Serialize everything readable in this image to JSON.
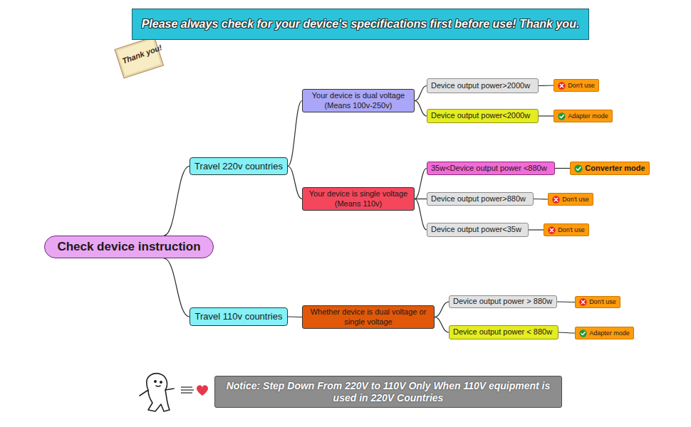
{
  "diagram": {
    "title": "Please always check for your device's specifications first before use! Thank you.",
    "nodes": [
      {
        "text": [
          "Check device instruction"
        ]
      },
      {
        "text": [
          "Travel 220v countries"
        ]
      },
      {
        "text": [
          "Your device is dual voltage (Means 100v-250v)"
        ]
      },
      {
        "text": [
          "Device output power>2000w"
        ]
      },
      {
        "text": [
          "Don't  use"
        ]
      },
      {
        "text": [
          "Device output power<2000w"
        ]
      },
      {
        "text": [
          "Adapter mode"
        ]
      },
      {
        "text": [
          "Your device is single voltage (Means 110v)"
        ]
      },
      {
        "text": [
          "35w<Device output power <880w"
        ]
      },
      {
        "text": [
          "Converter mode"
        ]
      },
      {
        "text": [
          "Device output power>880w"
        ]
      },
      {
        "text": [
          "Don't use"
        ]
      },
      {
        "text": [
          "Device output power<35w"
        ]
      },
      {
        "text": [
          "Don't use"
        ]
      },
      {
        "text": [
          "Travel 110v countries"
        ]
      },
      {
        "text": [
          "Whether device is dual voltage or single voltage"
        ]
      },
      {
        "text": [
          "Device output power > 880w"
        ]
      },
      {
        "text": [
          "Don't  use"
        ]
      },
      {
        "text": [
          "Device output power < 880w"
        ]
      },
      {
        "text": [
          "Adapter mode"
        ]
      },
      {
        "text": [
          "Notice: Step Down From 220V to 110V Only When 110V equipment is used in 220V Countries"
        ]
      }
    ],
    "edges": [
      {
        "from": 0,
        "to": 1,
        "arrow": "none"
      },
      {
        "from": 1,
        "to": 2,
        "arrow": "none"
      },
      {
        "from": 2,
        "to": 3,
        "arrow": "none"
      },
      {
        "from": 3,
        "to": 4,
        "arrow": "none"
      },
      {
        "from": 2,
        "to": 5,
        "arrow": "none"
      },
      {
        "from": 5,
        "to": 6,
        "arrow": "none"
      },
      {
        "from": 1,
        "to": 7,
        "arrow": "none"
      },
      {
        "from": 7,
        "to": 8,
        "arrow": "none"
      },
      {
        "from": 8,
        "to": 9,
        "arrow": "none"
      },
      {
        "from": 7,
        "to": 10,
        "arrow": "none"
      },
      {
        "from": 10,
        "to": 11,
        "arrow": "none"
      },
      {
        "from": 7,
        "to": 12,
        "arrow": "none"
      },
      {
        "from": 12,
        "to": 13,
        "arrow": "none"
      },
      {
        "from": 0,
        "to": 14,
        "arrow": "none"
      },
      {
        "from": 14,
        "to": 15,
        "arrow": "none"
      },
      {
        "from": 15,
        "to": 16,
        "arrow": "none"
      },
      {
        "from": 16,
        "to": 17,
        "arrow": "none"
      },
      {
        "from": 15,
        "to": 18,
        "arrow": "none"
      },
      {
        "from": 18,
        "to": 19,
        "arrow": "none"
      }
    ],
    "labels": [
      "Thank you!"
    ]
  }
}
